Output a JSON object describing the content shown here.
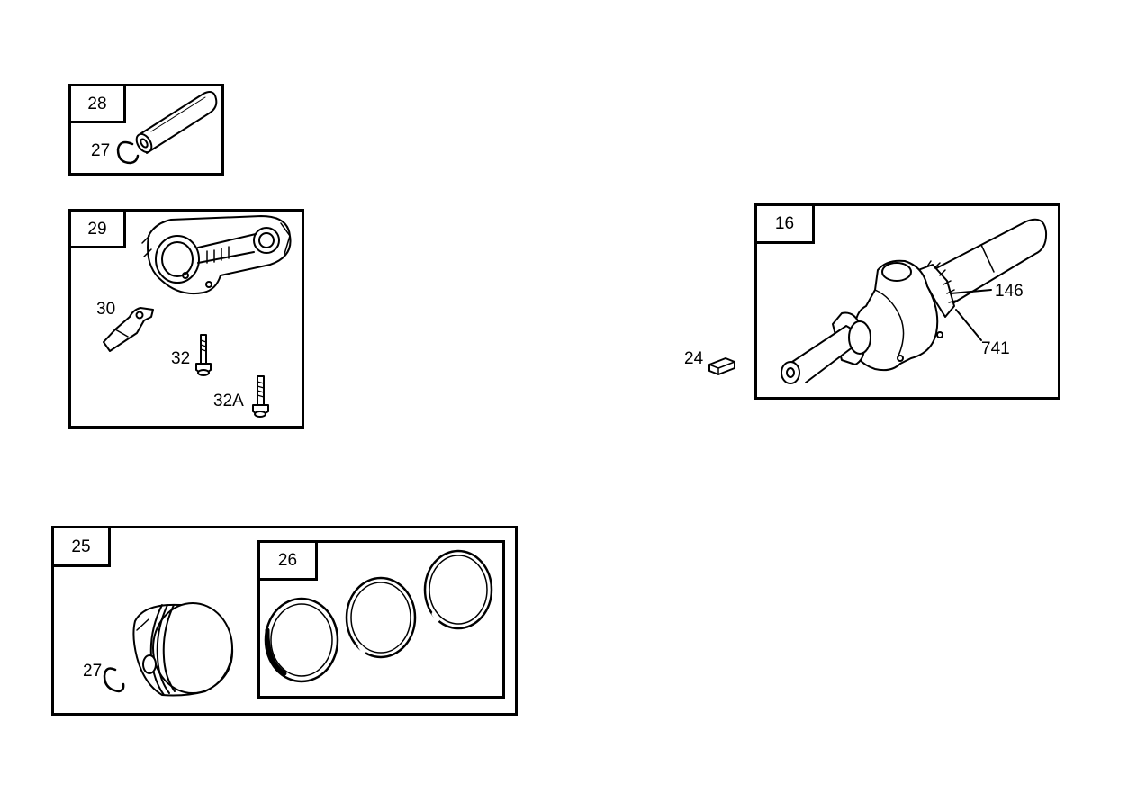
{
  "groups": {
    "g28": {
      "id": "28",
      "callouts": {
        "ring": "27"
      }
    },
    "g29": {
      "id": "29",
      "callouts": {
        "dipper": "30",
        "bolt": "32",
        "bolt_alt": "32A"
      }
    },
    "g25": {
      "id": "25",
      "callouts": {
        "ring": "27"
      }
    },
    "g26": {
      "id": "26"
    },
    "g16": {
      "id": "16",
      "callouts": {
        "gear": "146",
        "sensor": "741"
      }
    }
  },
  "loose": {
    "key": "24"
  }
}
